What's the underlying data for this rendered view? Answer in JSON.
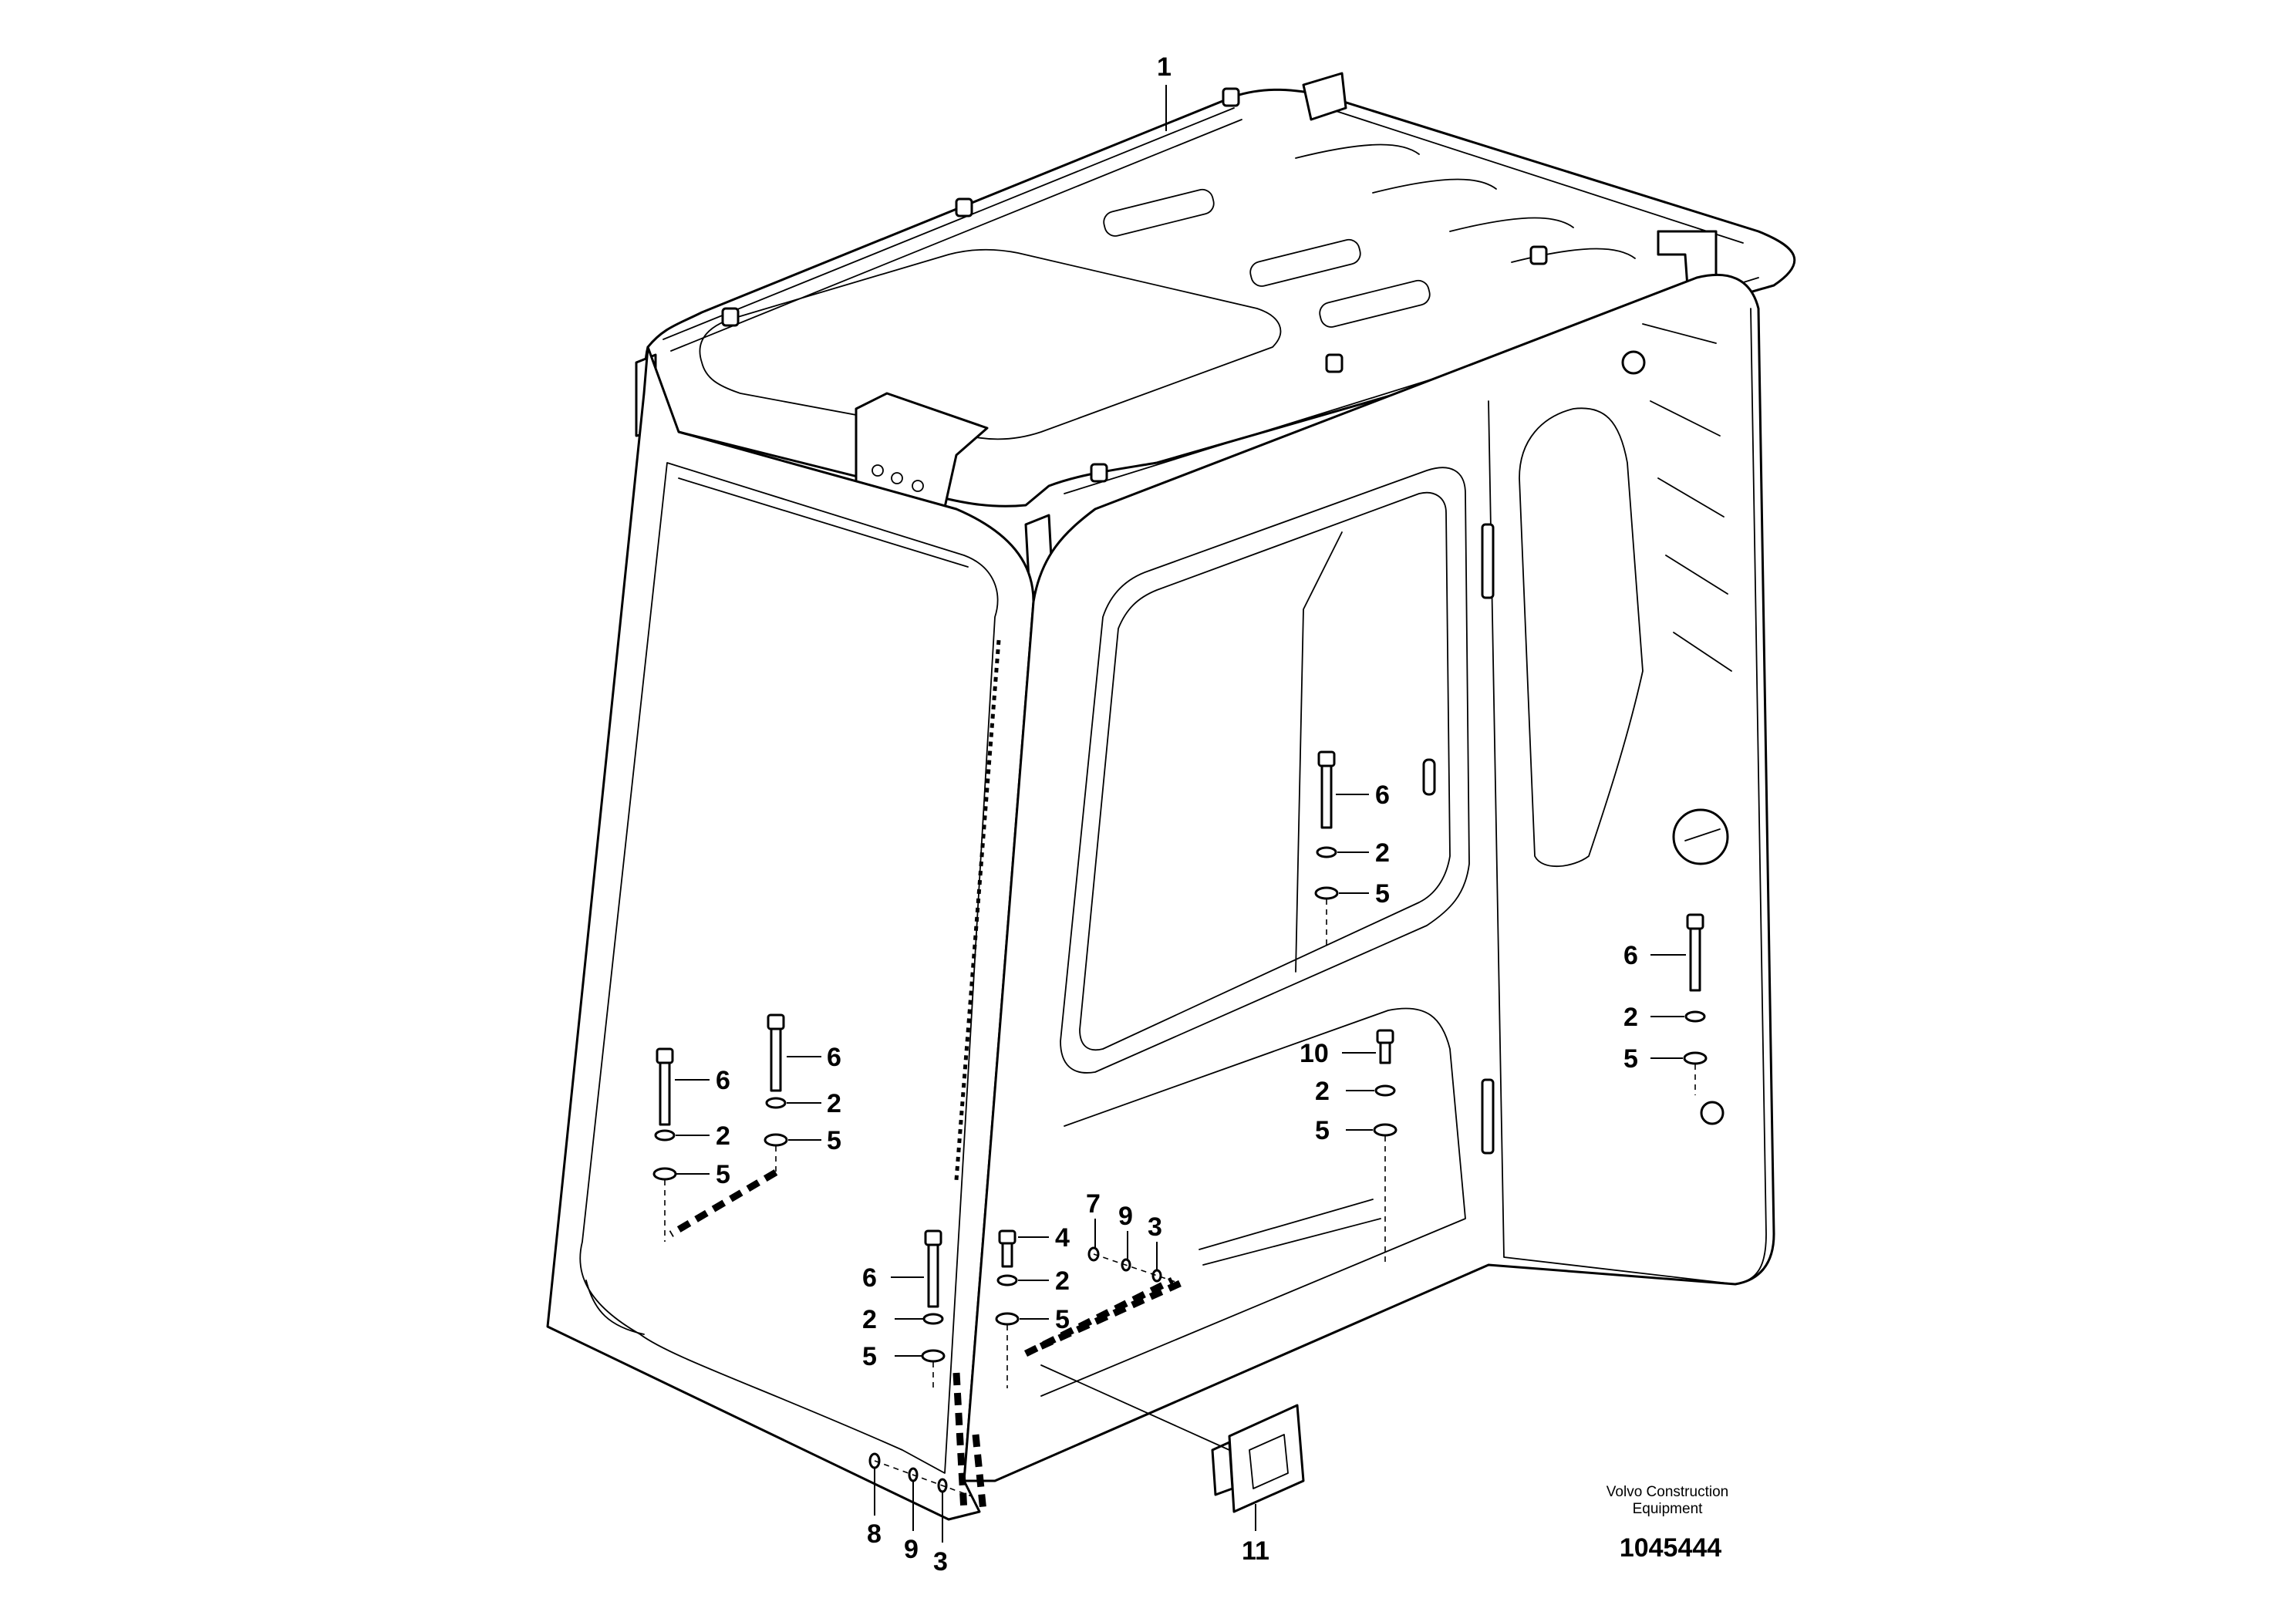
{
  "diagram": {
    "caption_line1": "Volvo Construction",
    "caption_line2": "Equipment",
    "document_number": "1045444",
    "callouts": {
      "c1": "1",
      "c2": "2",
      "c3": "3",
      "c4": "4",
      "c5": "5",
      "c6": "6",
      "c7": "7",
      "c8": "8",
      "c9": "9",
      "c10": "10",
      "c11": "11"
    }
  }
}
